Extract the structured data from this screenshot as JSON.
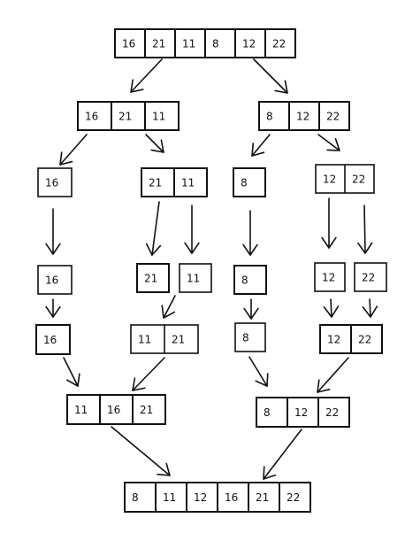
{
  "diagram": {
    "stroke_color": "#111111",
    "background": "#ffffff",
    "rows": [
      {
        "level": "input",
        "arrays": [
          {
            "id": "root",
            "cells": [
              "16",
              "21",
              "11",
              "8",
              "12",
              "22"
            ]
          }
        ]
      },
      {
        "level": "split-1",
        "arrays": [
          {
            "id": "left-half",
            "cells": [
              "16",
              "21",
              "11"
            ]
          },
          {
            "id": "right-half",
            "cells": [
              "8",
              "12",
              "22"
            ]
          }
        ]
      },
      {
        "level": "split-2",
        "arrays": [
          {
            "id": "l-16",
            "cells": [
              "16"
            ]
          },
          {
            "id": "l-21-11",
            "cells": [
              "21",
              "11"
            ]
          },
          {
            "id": "r-8",
            "cells": [
              "8"
            ]
          },
          {
            "id": "r-12-22",
            "cells": [
              "12",
              "22"
            ]
          }
        ]
      },
      {
        "level": "split-3",
        "arrays": [
          {
            "id": "s-16",
            "cells": [
              "16"
            ]
          },
          {
            "id": "s-21",
            "cells": [
              "21"
            ]
          },
          {
            "id": "s-11",
            "cells": [
              "11"
            ]
          },
          {
            "id": "s-8",
            "cells": [
              "8"
            ]
          },
          {
            "id": "s-12",
            "cells": [
              "12"
            ]
          },
          {
            "id": "s-22",
            "cells": [
              "22"
            ]
          }
        ]
      },
      {
        "level": "merge-1",
        "arrays": [
          {
            "id": "m-16",
            "cells": [
              "16"
            ]
          },
          {
            "id": "m-11-21",
            "cells": [
              "11",
              "21"
            ]
          },
          {
            "id": "m-8",
            "cells": [
              "8"
            ]
          },
          {
            "id": "m-12-22",
            "cells": [
              "12",
              "22"
            ]
          }
        ]
      },
      {
        "level": "merge-2",
        "arrays": [
          {
            "id": "m-11-16-21",
            "cells": [
              "11",
              "16",
              "21"
            ]
          },
          {
            "id": "m-8-12-22",
            "cells": [
              "8",
              "12",
              "22"
            ]
          }
        ]
      },
      {
        "level": "sorted-output",
        "arrays": [
          {
            "id": "sorted",
            "cells": [
              "8",
              "11",
              "12",
              "16",
              "21",
              "22"
            ]
          }
        ]
      }
    ]
  }
}
